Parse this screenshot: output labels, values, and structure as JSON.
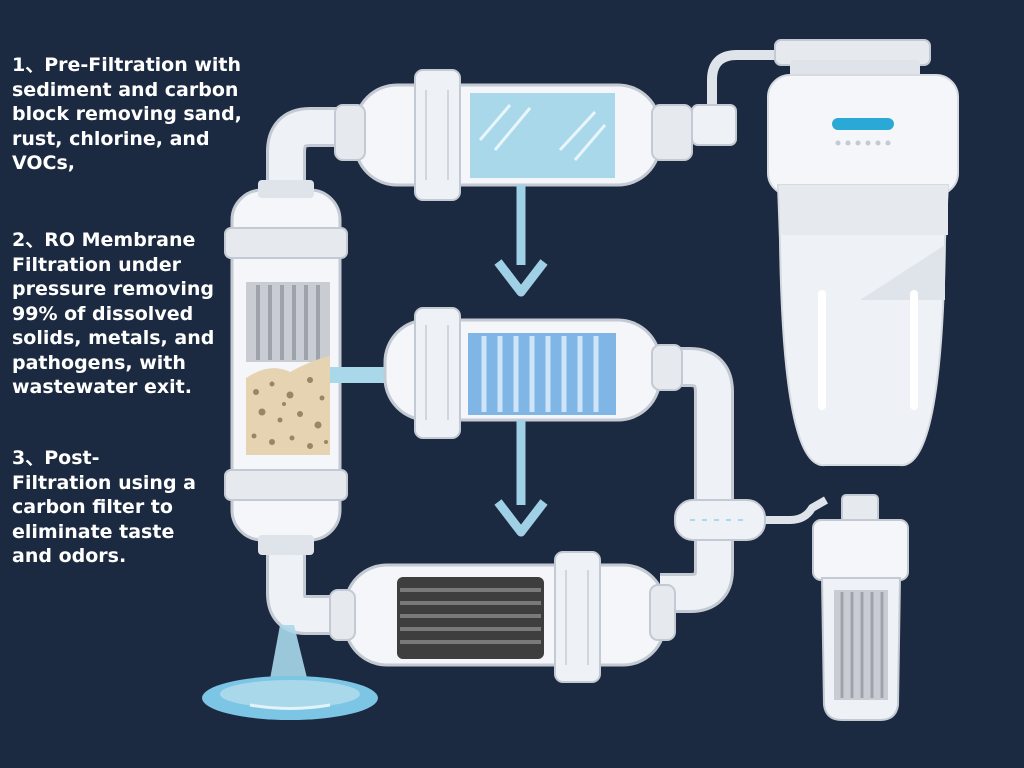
{
  "colors": {
    "background": "#1b2a40",
    "pipe": "#eef1f5",
    "pipe_shadow": "#c4cad3",
    "water": "#a9d8ea",
    "membrane": "#7fb6e6",
    "sediment": "#e6d3b2",
    "carbon": "#3e3e3e",
    "arrow": "#9fd0e6",
    "indicator": "#2aa8d6"
  },
  "steps": [
    {
      "text": "1、Pre-Filtration with\nsediment and carbon\nblock removing sand,\nrust, chlorine, and\nVOCs,"
    },
    {
      "text": "2、RO Membrane\nFiltration under\npressure removing\n99% of dissolved\nsolids, metals, and\npathogens, with\nwastewater exit."
    },
    {
      "text": "3、Post-\nFiltration using a\n carbon filter to\neliminate taste\nand odors."
    }
  ],
  "icons": [
    "sediment-filter-icon",
    "pre-filter-icon",
    "ro-membrane-icon",
    "carbon-filter-icon",
    "flow-arrow-icon",
    "water-outlet-icon",
    "ro-system-unit-icon",
    "small-canister-icon"
  ]
}
